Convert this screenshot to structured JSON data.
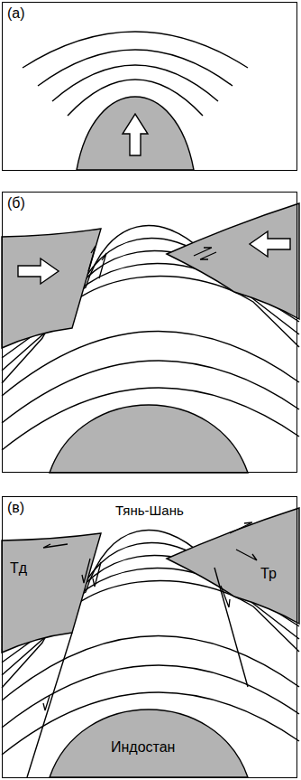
{
  "diagram": {
    "nodes": [
      {
        "text": [
          "(а)"
        ]
      },
      {
        "text": [
          "(б)"
        ]
      },
      {
        "text": [
          "(в)"
        ]
      },
      {
        "text": [
          "Тд"
        ],
        "in": 2
      },
      {
        "text": [
          "Тр"
        ],
        "in": 2
      },
      {
        "text": [
          "Индостан"
        ],
        "in": 2
      }
    ],
    "labels": [
      "Тянь-Шань"
    ]
  }
}
